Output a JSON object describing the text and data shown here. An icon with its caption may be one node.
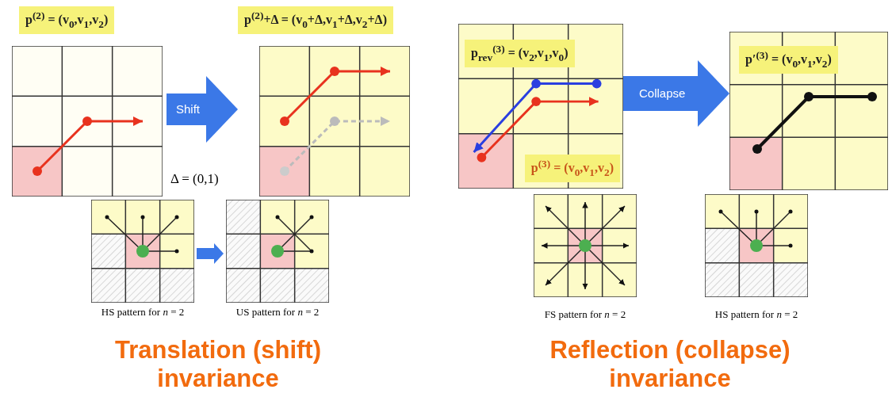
{
  "diagram": {
    "nodes": [
      {
        "text": [
          "p$^{(2)}$ = (v$_{0}$,v$_{1}$,v$_{2}$)"
        ]
      },
      {
        "text": [
          "p$^{(2)}$+Δ = (v$_{0}$+Δ,v$_{1}$+Δ,v$_{2}$+Δ)"
        ]
      },
      {
        "text": [
          "HS pattern for *n* = 2"
        ]
      },
      {
        "text": [
          "US pattern for *n* = 2"
        ]
      },
      {
        "text": [
          "p$_{rev}$$^{(3)}$ = (v$_{2}$,v$_{1}$,v$_{0}$)",
          "p$^{(3)}$ = (v$_{0}$,v$_{1}$,v$_{2}$)"
        ]
      },
      {
        "text": [
          "p′$^{(3)}$ = (v$_{0}$,v$_{1}$,v$_{2}$)"
        ]
      },
      {
        "text": [
          "FS pattern for *n* = 2"
        ]
      },
      {
        "text": [
          "HS pattern for *n* = 2"
        ]
      }
    ],
    "edges": [
      {
        "from": 0,
        "to": 1,
        "arrow": "to",
        "label": "Shift"
      },
      {
        "from": 2,
        "to": 3,
        "arrow": "to"
      },
      {
        "from": 4,
        "to": 5,
        "arrow": "to",
        "label": "Collapse"
      }
    ],
    "labels": [
      "Δ = (0,1)",
      "Translation (shift) invariance",
      "Reflection (collapse) invariance"
    ]
  }
}
